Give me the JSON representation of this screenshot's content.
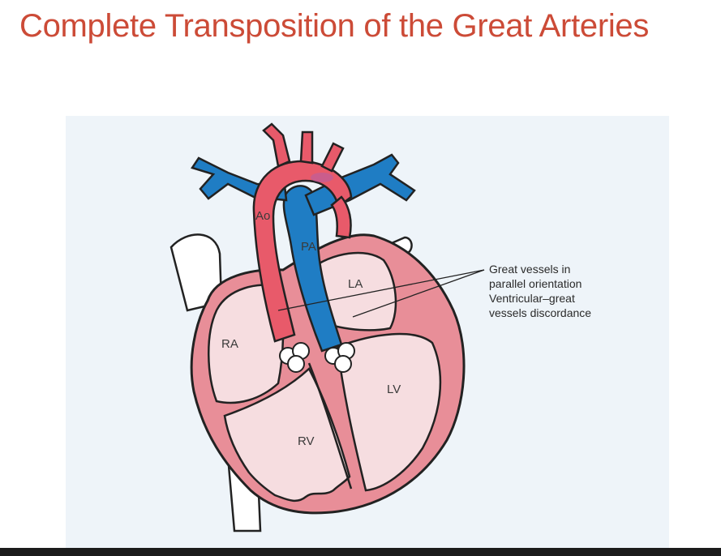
{
  "slide": {
    "title": "Complete Transposition of the Great Arteries"
  },
  "diagram": {
    "labels": {
      "aorta": "Ao",
      "pulmonary_artery": "PA",
      "left_atrium": "LA",
      "right_atrium": "RA",
      "left_ventricle": "LV",
      "right_ventricle": "RV"
    },
    "callout": {
      "line1": "Great vessels in",
      "line2": "parallel orientation",
      "line3": "Ventricular–great",
      "line4": "vessels discordance"
    }
  },
  "colors": {
    "title": "#cc4b37",
    "aorta_red": "#e85a6a",
    "pulmonary_blue": "#1f7dc4",
    "heart_wall": "#e88e98",
    "chamber_fill": "#f6dde0",
    "panel_background": "#eef4f9"
  }
}
